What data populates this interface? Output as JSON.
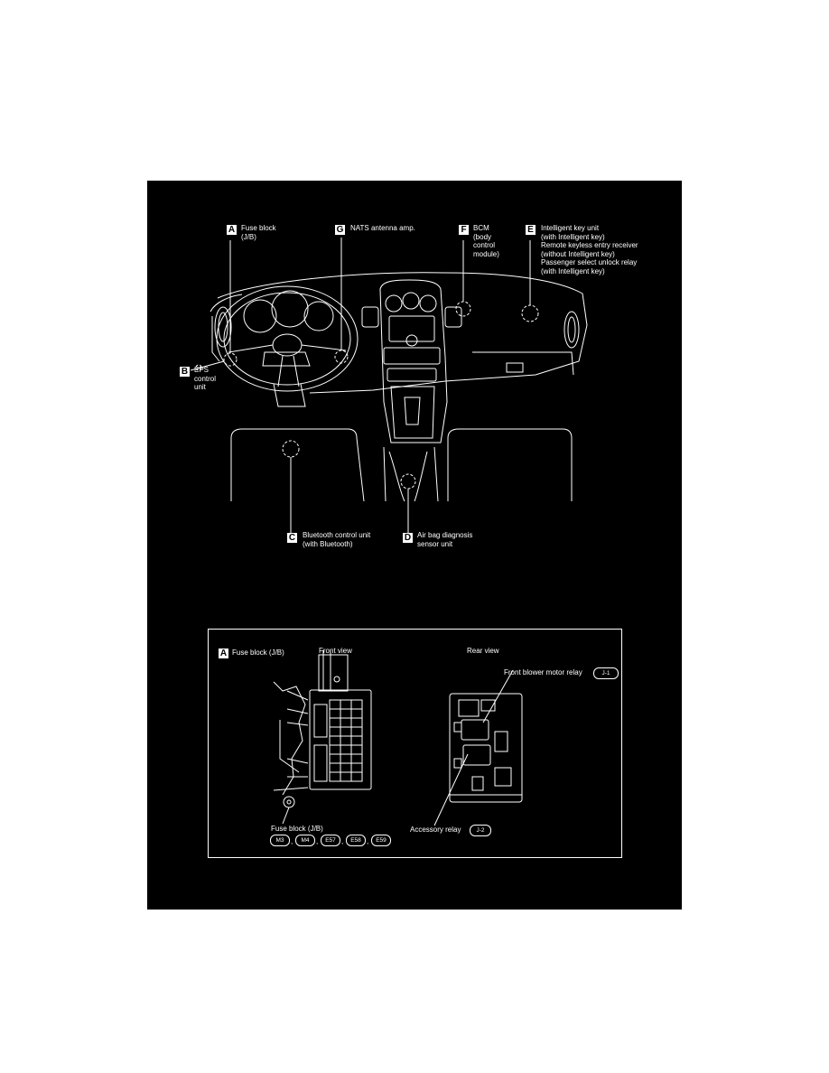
{
  "callouts": {
    "A": {
      "letter": "A",
      "line1": "Fuse block",
      "line2": "(J/B)"
    },
    "G": {
      "letter": "G",
      "line1": "NATS antenna amp."
    },
    "F": {
      "letter": "F",
      "line1": "BCM",
      "line2": "(body",
      "line3": "control",
      "line4": "module)"
    },
    "E": {
      "letter": "E",
      "line1": "Intelligent key unit",
      "line2": "(with Intelligent key)",
      "line3": "Remote keyless entry receiver",
      "line4": "(without Intelligent key)",
      "line5": "Passenger select unlock relay",
      "line6": "(with Intelligent key)"
    },
    "B": {
      "letter": "B",
      "line1": "EPS",
      "line2": "control",
      "line3": "unit"
    },
    "C": {
      "letter": "C",
      "line1": "Bluetooth control unit",
      "line2": "(with Bluetooth)"
    },
    "D": {
      "letter": "D",
      "line1": "Air bag diagnosis",
      "line2": "sensor unit"
    }
  },
  "inset": {
    "letter": "A",
    "title": "Fuse block (J/B)",
    "front_view": "Front view",
    "rear_view": "Rear view",
    "front_blower": "Front blower motor relay",
    "front_blower_code": "J-1",
    "accessory_relay": "Accessory relay",
    "accessory_code": "J-2",
    "fuse_block_label": "Fuse block (J/B)",
    "connectors": [
      "M3",
      "M4",
      "E57",
      "E58",
      "E59"
    ]
  }
}
